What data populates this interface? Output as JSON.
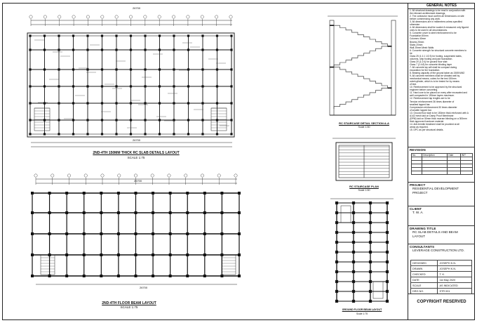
{
  "drawings": {
    "slab_layout": {
      "title": "2ND-4TH 150MM THICK RC SLAB DETAILS LAYOUT",
      "scale": "SCALE 1:75",
      "dimension": "26700"
    },
    "beam_layout": {
      "title": "2ND-4TH FLOOR BEAM LAYOUT",
      "scale": "SCALE 1:75",
      "dimension_top": "26700",
      "dimension_bottom": "26700"
    },
    "staircase_section": {
      "title": "RC STAIRCASE DETAIL SECTION A-A",
      "scale": "Scale 1:50"
    },
    "staircase_plan": {
      "title": "RC STAIRCASE PLAN",
      "scale": "Scale 1:50"
    },
    "side_layout": {
      "title": "GROUND FLOOR BEAM LAYOUT",
      "scale": "Scale 1:75"
    }
  },
  "title_block": {
    "general_notes_title": "GENERAL NOTES",
    "notes": [
      "1. All structural drawings to be read in conjunction with",
      "the relevant architectural drawings.",
      "2. The contractor must confirm all Dimensions on site",
      "before commencing any work.",
      "3. All dimensions are in millimeters unless specified",
      "otherwise.",
      "4. All dimensions shall be scaled & measured only figured",
      "ones to be used in all circumstances.",
      "5. Concrete cover to steel reinforcement to be",
      "    Foundation 50mm",
      "    Columns 40mm",
      "    Beams 25mm",
      "    Slabs 20mm",
      "    Wall 25mm Mesh Walls",
      "6. Concrete strength for structural concrete members to",
      "be",
      "    Class 25 (1:1:1 1/2:3) for footing, suspended slabs,",
      "columns, strip footing and pad foundation.",
      "    Class 20 (1:2:4) for ground floor slab",
      "    Class 7 (1:4:8) for concrete blinding layer",
      "7. All concrete lay will shall be compact during",
      "excavation for the foundation.",
      "8. Bearing capacity of the ground taken as 150KN/M2",
      "9. All concrete members shall be vibrated well by",
      "mechanical means, cubes for the test 150mm",
      "cube/cylinder, which is to be tested for by means",
      "of test.",
      "10. Reinforcement to be approved by the structural",
      "engineer before concreting.",
      "11. Hard core to be placed on every after excavated and",
      "well compacted in 150mm layers maximum.",
      "12. Reinforcement lap lengths are to be",
      "    Tension reinforcement 36 times diameter of",
      "smallest lapped bar.",
      "    Compression reinforcement 30 times diameter",
      "of smaller lapped bar.",
      "13. Ground floor slab to be 150mm thick reinforced with A",
      "A142 mesh laid on Damp Proof Membrane",
      "(DPM) laid on 50mm thick murram blinding on a 300mm",
      "thick approved hardcore material.",
      "14. Anti-termite treatment shall be provided at all",
      "areas as required.",
      "15. DPC as per structural details."
    ],
    "revision": {
      "label": "REVISION",
      "columns": [
        "No.",
        "Description",
        "Date",
        "INIT"
      ]
    },
    "project": {
      "label": "PROJECT",
      "lines": [
        "RESIDENTIAL DEVELOPMENT",
        "PROJECT"
      ]
    },
    "client": {
      "label": "CLIENT",
      "value": "T. W. A."
    },
    "drawing_title": {
      "label": "DRAWING TITLE",
      "lines": [
        "RC SLAB DETAILS AND BEAM",
        "LAYOUT"
      ]
    },
    "consultants": {
      "label": "CONSULTANTS",
      "value": "LEVERAGE CONSTRUCTION LTD."
    },
    "info_rows": [
      {
        "key": "DESIGNED",
        "value": "JOSEPH K.N."
      },
      {
        "key": "DRAWN",
        "value": "JOSEPH K.N."
      },
      {
        "key": "CHECKED",
        "value": "T. K."
      },
      {
        "key": "DATE",
        "value": "1st May 2020"
      },
      {
        "key": "SCALE",
        "value": "AS INDICATED"
      },
      {
        "key": "DRG NO.",
        "value": "STR 001"
      }
    ],
    "copyright": "COPYRIGHT RESERVED"
  }
}
